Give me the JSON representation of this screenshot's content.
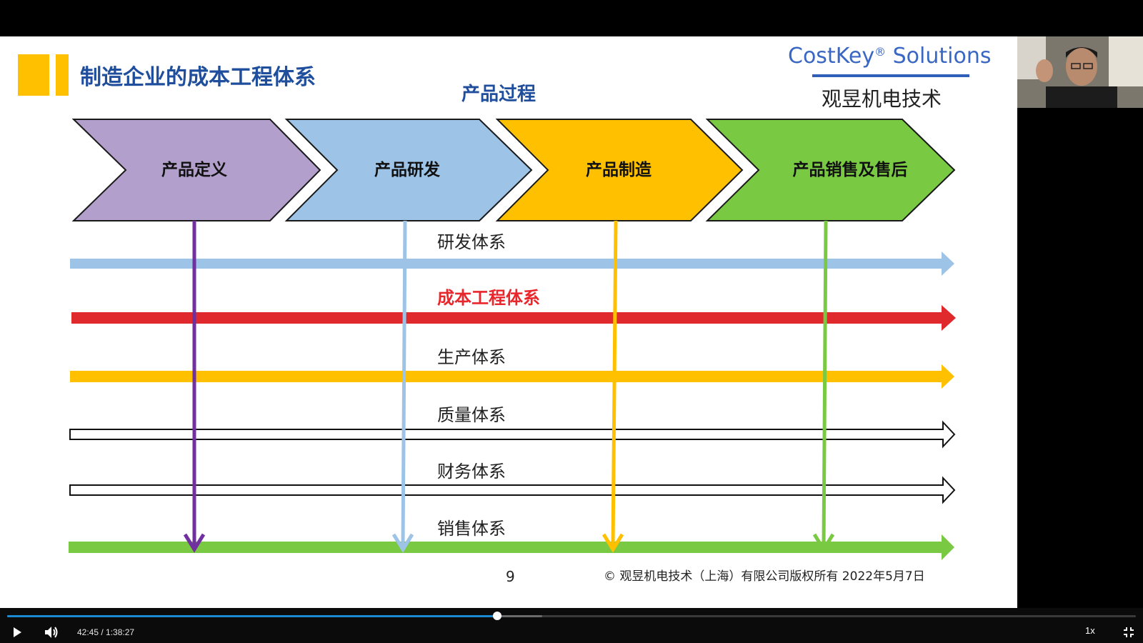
{
  "slide": {
    "title": "制造企业的成本工程体系",
    "brand": "CostKey",
    "brand_mark": "®",
    "brand_tail": " Solutions",
    "company": "观昱机电技术",
    "process_label": "产品过程",
    "stages": [
      "产品定义",
      "产品研发",
      "产品制造",
      "产品销售及售后"
    ],
    "systems": [
      "研发体系",
      "成本工程体系",
      "生产体系",
      "质量体系",
      "财务体系",
      "销售体系"
    ],
    "page_number": "9",
    "copyright": "© 观昱机电技术（上海）有限公司版权所有 2022年5月7日",
    "colors": {
      "title": "#1f4e9c",
      "brand": "#3a67c4",
      "stage_define": "#b39fcb",
      "stage_rd": "#9dc3e6",
      "stage_mfg": "#ffc000",
      "stage_sales": "#7ac943",
      "arrow_rd": "#9dc3e6",
      "arrow_cost": "#e0292d",
      "arrow_prod": "#ffc000",
      "arrow_sales": "#7ac943",
      "drop_define": "#7030a0",
      "cost_label": "#e8262b"
    }
  },
  "player": {
    "time": "42:45 / 1:38:27",
    "speed": "1x",
    "progress": 0.434,
    "play_icon": "play-icon",
    "volume_icon": "volume-icon",
    "fullscreen_icon": "exit-fullscreen-icon"
  }
}
